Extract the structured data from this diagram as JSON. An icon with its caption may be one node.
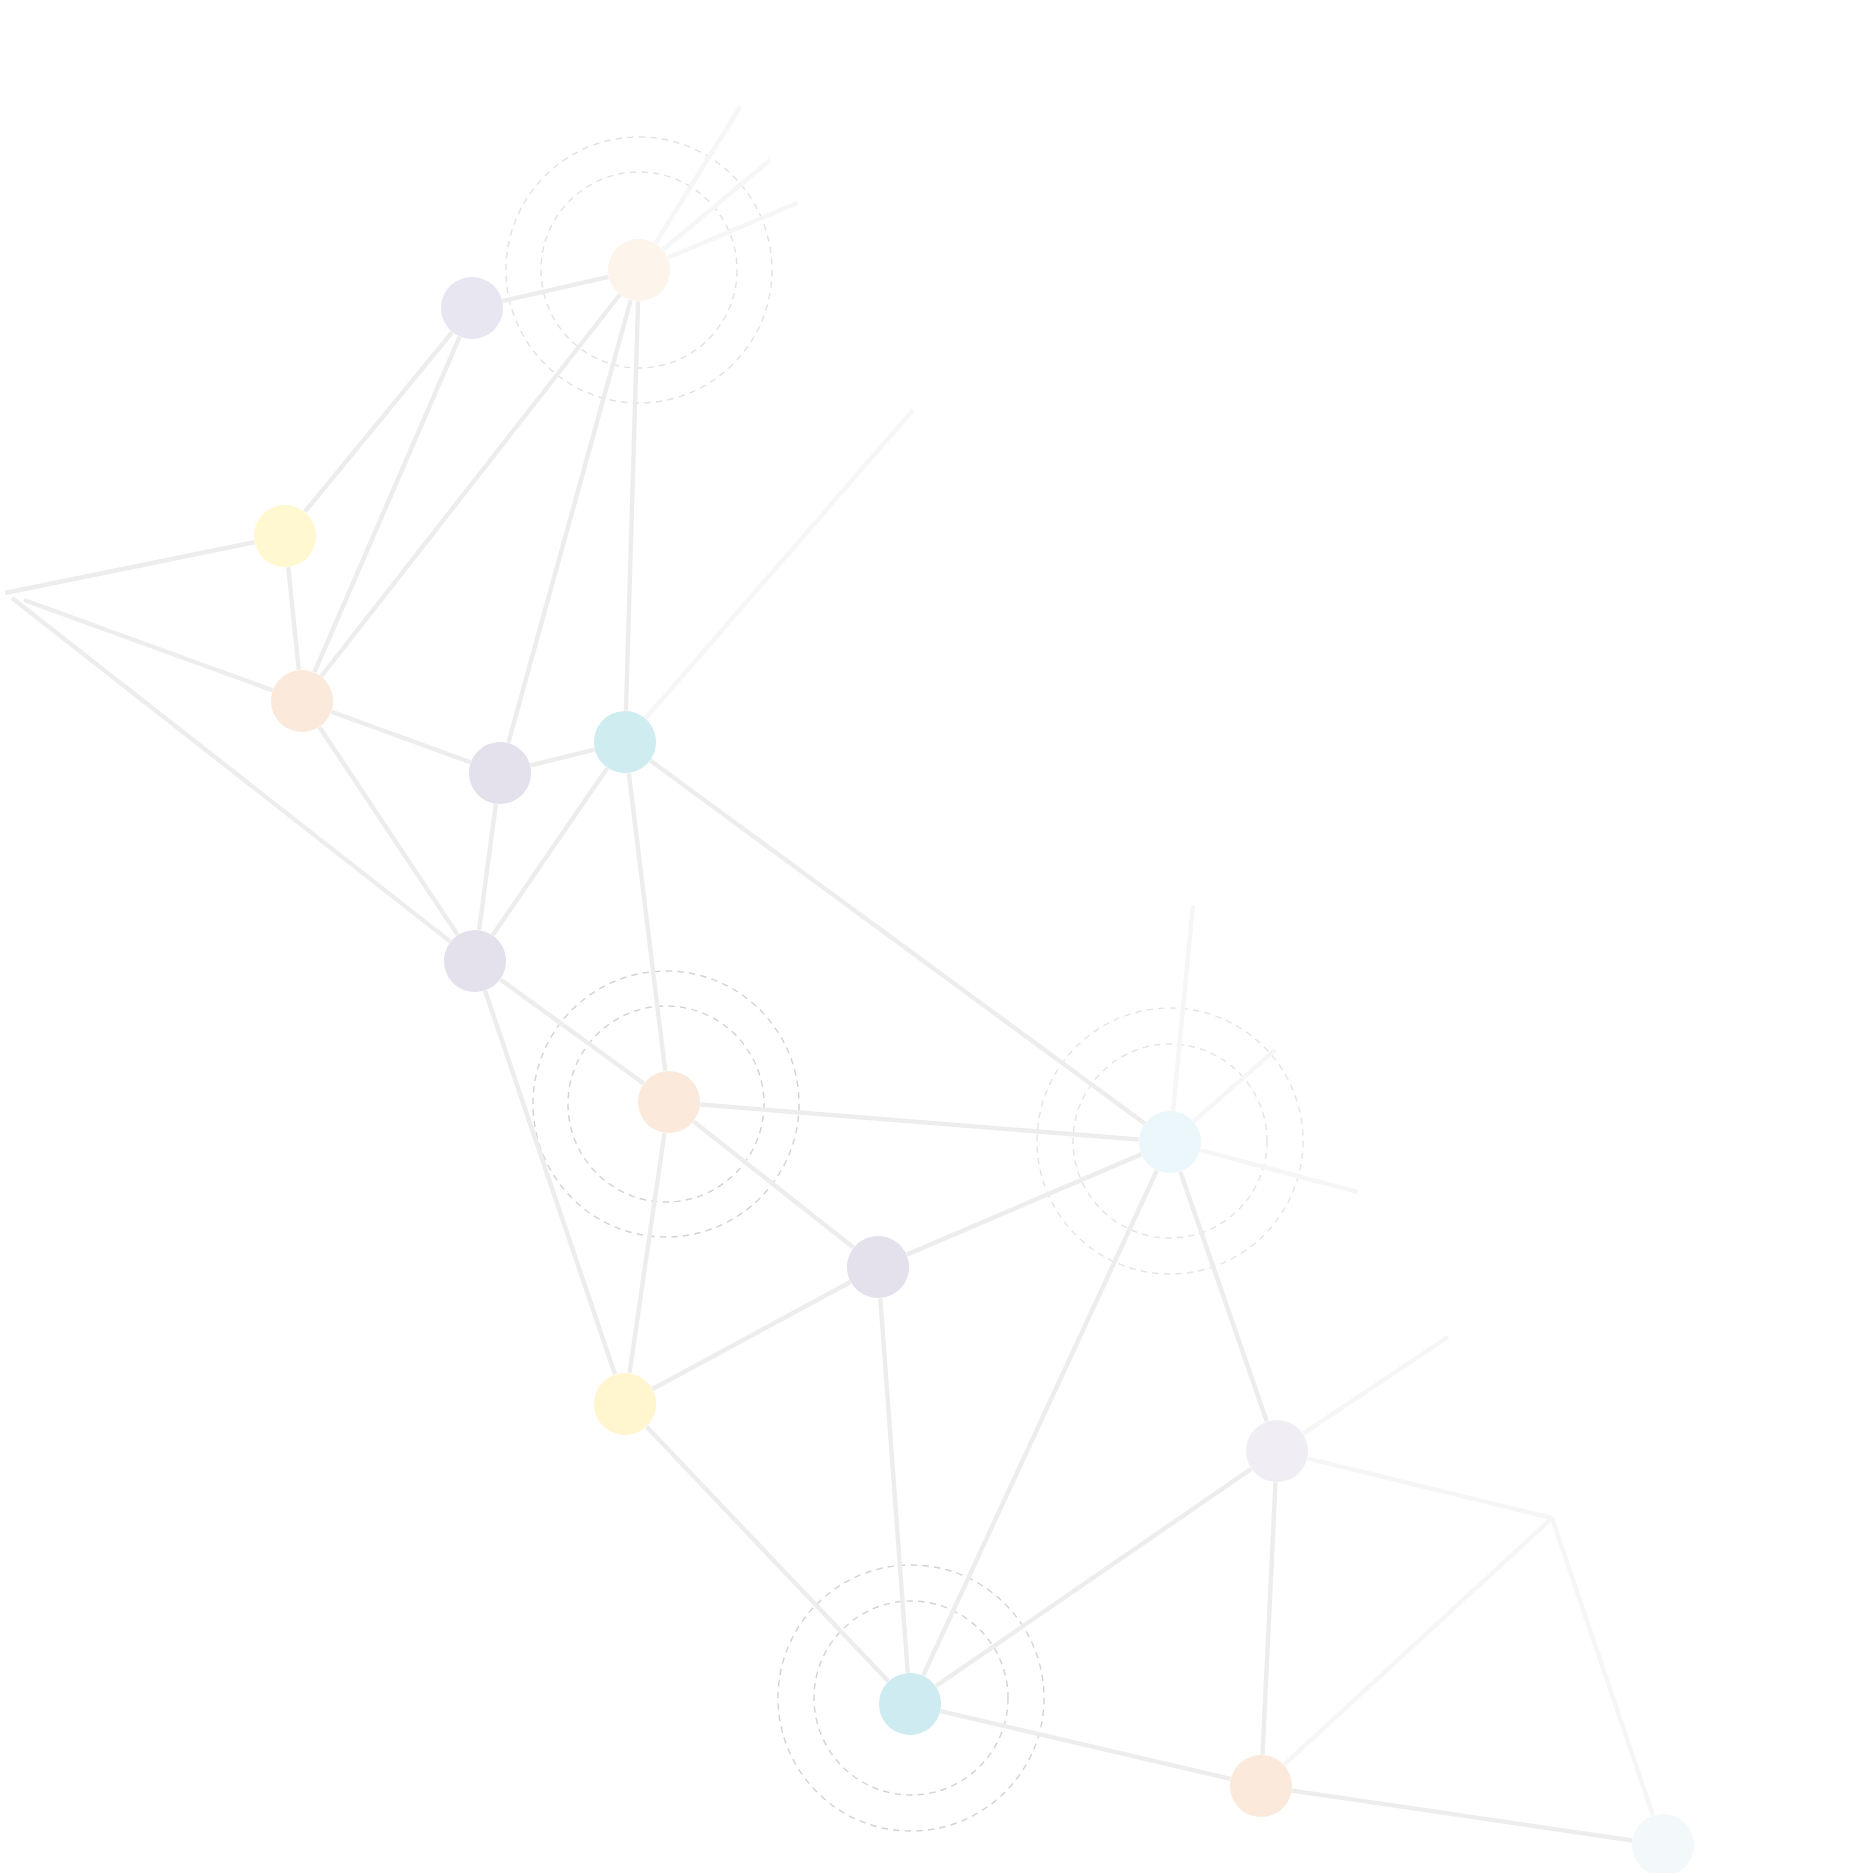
{
  "diagram": {
    "nodes": [
      {
        "text": [],
        "shape": "circle"
      },
      {
        "text": [],
        "shape": "circle"
      },
      {
        "text": [],
        "shape": "circle"
      },
      {
        "text": [],
        "shape": "circle"
      },
      {
        "text": [],
        "shape": "circle"
      },
      {
        "text": [],
        "shape": "circle"
      },
      {
        "text": [],
        "shape": "circle"
      },
      {
        "text": [],
        "shape": "circle"
      },
      {
        "text": [],
        "shape": "circle"
      },
      {
        "text": [],
        "shape": "circle"
      },
      {
        "text": [],
        "shape": "circle"
      },
      {
        "text": [],
        "shape": "circle"
      },
      {
        "text": [],
        "shape": "circle"
      },
      {
        "text": [],
        "shape": "circle"
      },
      {
        "text": [],
        "shape": "circle"
      }
    ],
    "edges": [
      {
        "from": 0,
        "to": 1,
        "arrow": "none"
      },
      {
        "from": 0,
        "to": 2,
        "arrow": "none"
      },
      {
        "from": 0,
        "to": 3,
        "arrow": "none"
      },
      {
        "from": 1,
        "to": 3,
        "arrow": "none"
      },
      {
        "from": 1,
        "to": 4,
        "arrow": "none"
      },
      {
        "from": 1,
        "to": 5,
        "arrow": "none"
      },
      {
        "from": 1,
        "to": null,
        "arrow": "none",
        "color": "#f6f6f6"
      },
      {
        "from": 1,
        "to": null,
        "arrow": "none",
        "color": "#f6f6f6"
      },
      {
        "from": 1,
        "to": null,
        "arrow": "none",
        "color": "#f6f6f6"
      },
      {
        "from": 2,
        "to": 3,
        "arrow": "none"
      },
      {
        "from": 2,
        "to": null,
        "arrow": "none"
      },
      {
        "from": 3,
        "to": null,
        "arrow": "none"
      },
      {
        "from": 6,
        "to": null,
        "arrow": "none"
      },
      {
        "from": 3,
        "to": 4,
        "arrow": "none"
      },
      {
        "from": 3,
        "to": 6,
        "arrow": "none"
      },
      {
        "from": 4,
        "to": 5,
        "arrow": "none"
      },
      {
        "from": 4,
        "to": 6,
        "arrow": "none"
      },
      {
        "from": 5,
        "to": 6,
        "arrow": "none"
      },
      {
        "from": 5,
        "to": 7,
        "arrow": "none"
      },
      {
        "from": 5,
        "to": 8,
        "arrow": "none"
      },
      {
        "from": 5,
        "to": null,
        "arrow": "none",
        "color": "#f6f6f6"
      },
      {
        "from": 6,
        "to": 7,
        "arrow": "none"
      },
      {
        "from": 6,
        "to": 10,
        "arrow": "none"
      },
      {
        "from": 7,
        "to": 8,
        "arrow": "none"
      },
      {
        "from": 7,
        "to": 9,
        "arrow": "none"
      },
      {
        "from": 7,
        "to": 10,
        "arrow": "none"
      },
      {
        "from": 8,
        "to": 9,
        "arrow": "none"
      },
      {
        "from": 8,
        "to": 12,
        "arrow": "none"
      },
      {
        "from": 8,
        "to": 11,
        "arrow": "none"
      },
      {
        "from": 8,
        "to": null,
        "arrow": "none",
        "color": "#f6f6f6"
      },
      {
        "from": 8,
        "to": null,
        "arrow": "none",
        "color": "#f6f6f6"
      },
      {
        "from": 8,
        "to": null,
        "arrow": "none",
        "color": "#f6f6f6"
      },
      {
        "from": 9,
        "to": 10,
        "arrow": "none"
      },
      {
        "from": 9,
        "to": 12,
        "arrow": "none"
      },
      {
        "from": 10,
        "to": 12,
        "arrow": "none"
      },
      {
        "from": 11,
        "to": 12,
        "arrow": "none"
      },
      {
        "from": 11,
        "to": 13,
        "arrow": "none"
      },
      {
        "from": 11,
        "to": null,
        "arrow": "none",
        "color": "#f6f6f6"
      },
      {
        "from": 11,
        "to": null,
        "arrow": "none",
        "color": "#f6f6f6"
      },
      {
        "from": 12,
        "to": 13,
        "arrow": "none"
      },
      {
        "from": 13,
        "to": 14,
        "arrow": "none"
      },
      {
        "from": 13,
        "to": null,
        "arrow": "none",
        "color": "#f6f6f6"
      },
      {
        "from": 14,
        "to": null,
        "arrow": "none",
        "color": "#f6f6f6"
      }
    ]
  }
}
